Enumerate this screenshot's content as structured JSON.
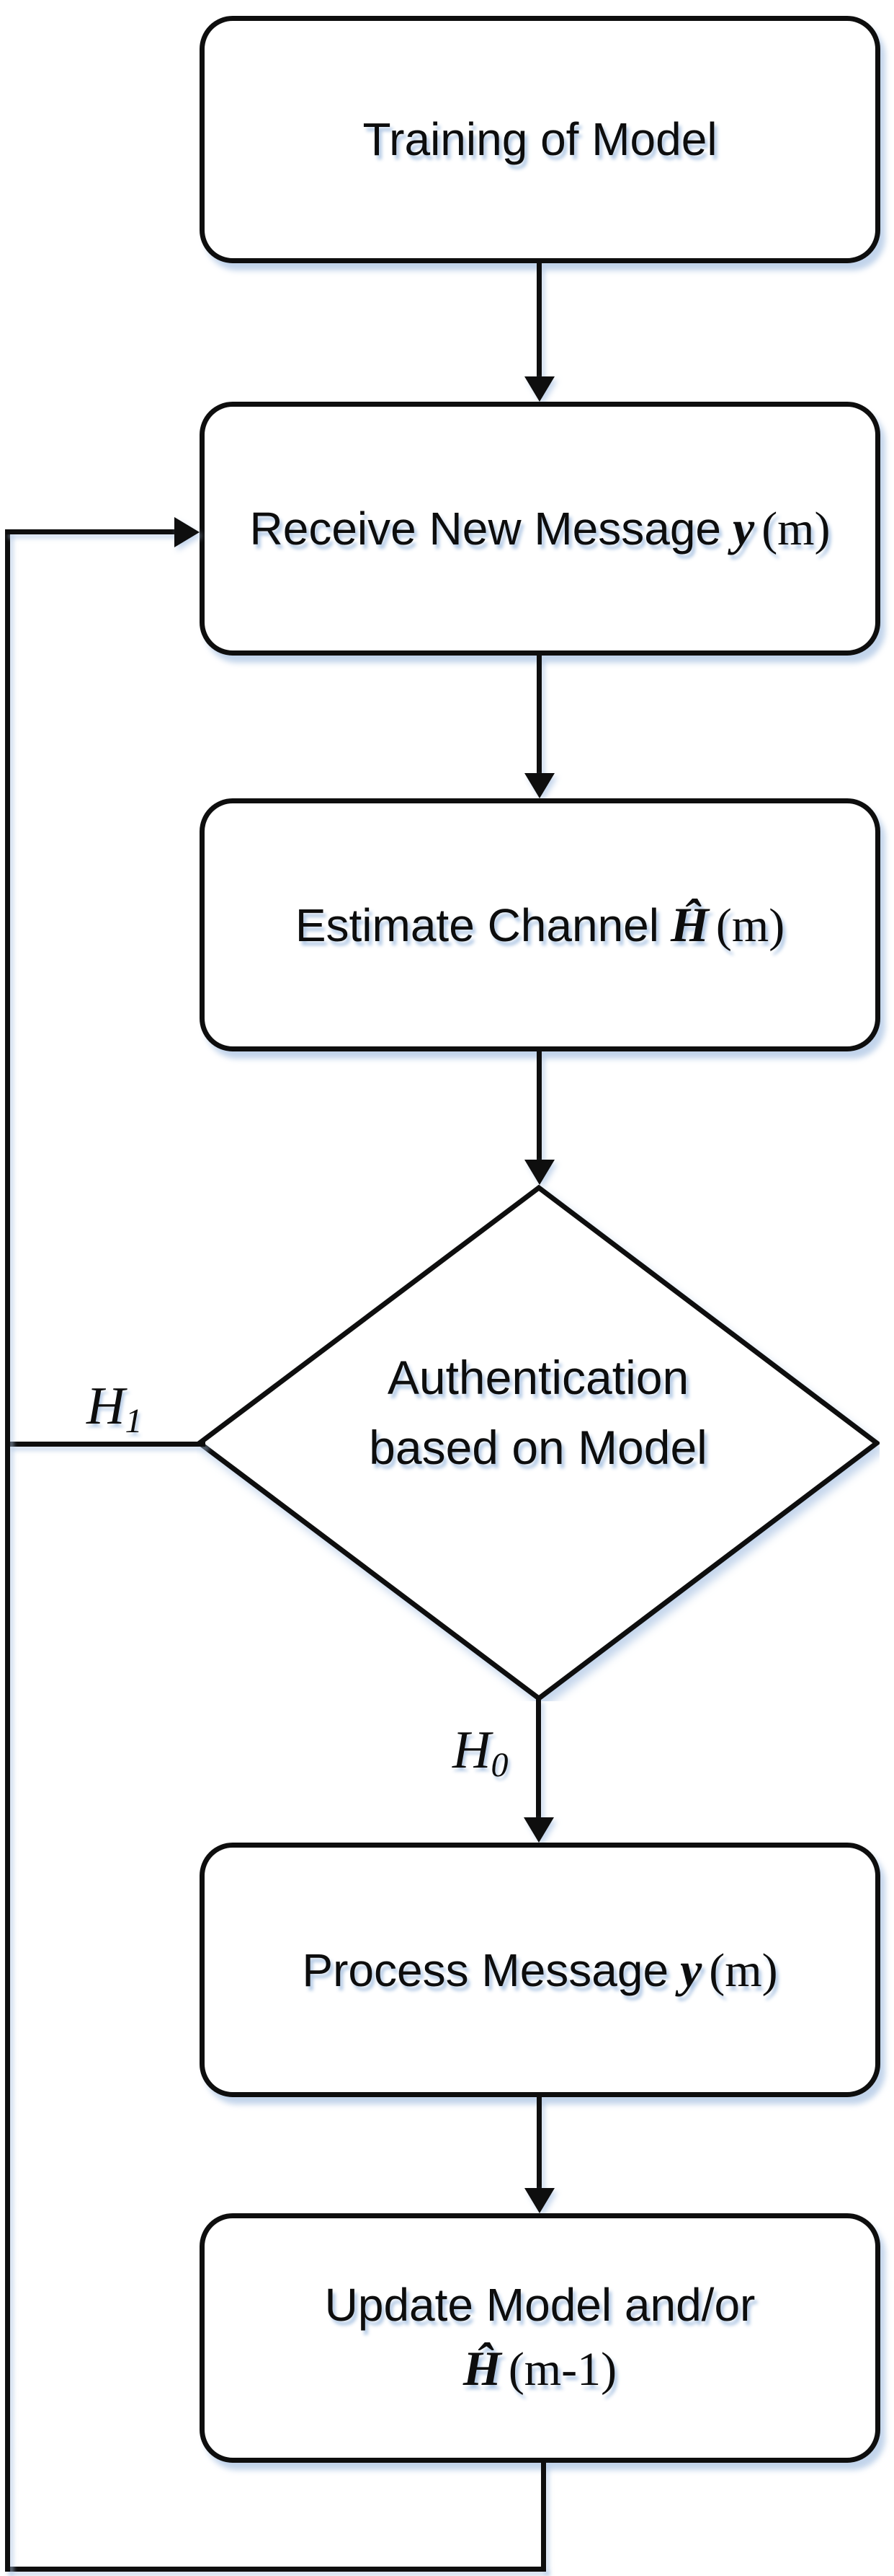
{
  "diagram": {
    "type": "flowchart",
    "colors": {
      "stroke": "#0e0e0e",
      "background": "#ffffff",
      "shadow_glow": "#cfdef2"
    },
    "nodes": {
      "training": {
        "shape": "rounded-rect",
        "label": "Training of Model"
      },
      "receive": {
        "shape": "rounded-rect",
        "prefix": "Receive New Message",
        "var": "y",
        "suffix": "(m)"
      },
      "estimate": {
        "shape": "rounded-rect",
        "prefix": "Estimate Channel",
        "var": "Ĥ",
        "suffix": "(m)"
      },
      "auth": {
        "shape": "diamond",
        "line1": "Authentication",
        "line2": "based on Model"
      },
      "process": {
        "shape": "rounded-rect",
        "prefix": "Process Message",
        "var": "y",
        "suffix": "(m)"
      },
      "update": {
        "shape": "rounded-rect",
        "line1": "Update Model and/or",
        "var": "Ĥ",
        "suffix": "(m-1)"
      }
    },
    "edge_labels": {
      "h1": {
        "base": "H",
        "sub": "1"
      },
      "h0": {
        "base": "H",
        "sub": "0"
      }
    },
    "edges": [
      "training -> receive",
      "receive -> estimate",
      "estimate -> auth",
      "auth -H0-> process",
      "process -> update",
      "update -> receive (loop via bottom-left)",
      "auth -H1-> receive (loop via left)"
    ]
  }
}
